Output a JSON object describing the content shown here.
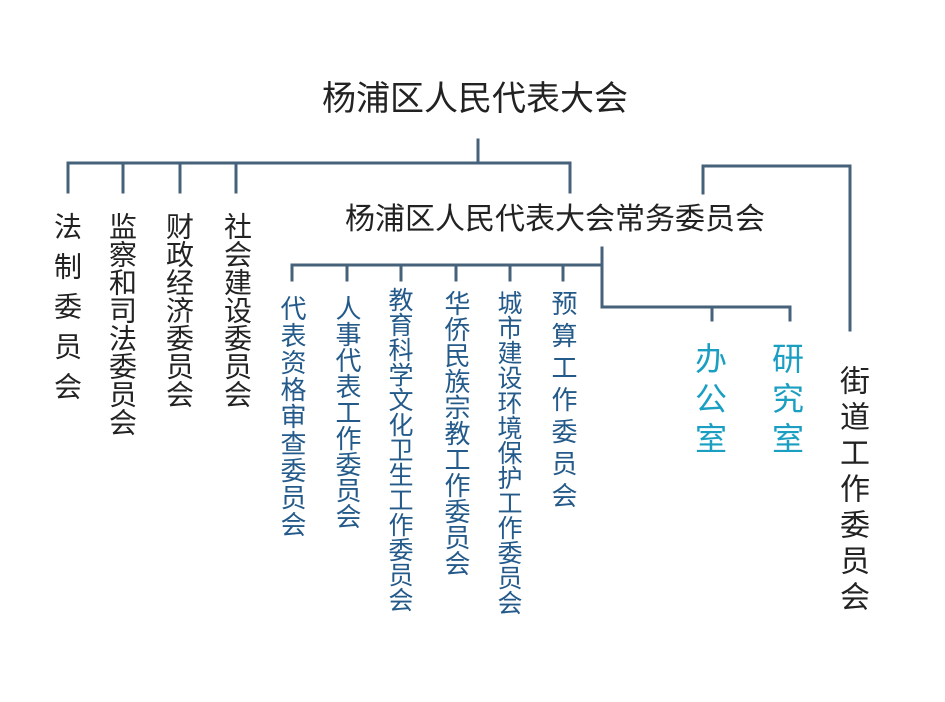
{
  "root": {
    "title": "杨浦区人民代表大会"
  },
  "standing_committee": {
    "title": "杨浦区人民代表大会常务委员会"
  },
  "congress_committees": [
    {
      "name": "法制委员会"
    },
    {
      "name": "监察和司法委员会"
    },
    {
      "name": "财政经济委员会"
    },
    {
      "name": "社会建设委员会"
    }
  ],
  "working_committees": [
    {
      "name": "代表资格审查委员会"
    },
    {
      "name": "人事代表工作委员会"
    },
    {
      "name": "教育科学文化卫生工作委员会"
    },
    {
      "name": "华侨民族宗教工作委员会"
    },
    {
      "name": "城市建设环境保护工作委员会"
    },
    {
      "name": "预算工作委员会"
    }
  ],
  "offices": [
    {
      "name": "办公室"
    },
    {
      "name": "研究室"
    }
  ],
  "street_committee": {
    "name": "街道工作委员会"
  },
  "colors": {
    "connector": "#46627a",
    "committee_text": "#222222",
    "working_committee_text": "#245a8a",
    "office_text": "#1a9ec2"
  }
}
